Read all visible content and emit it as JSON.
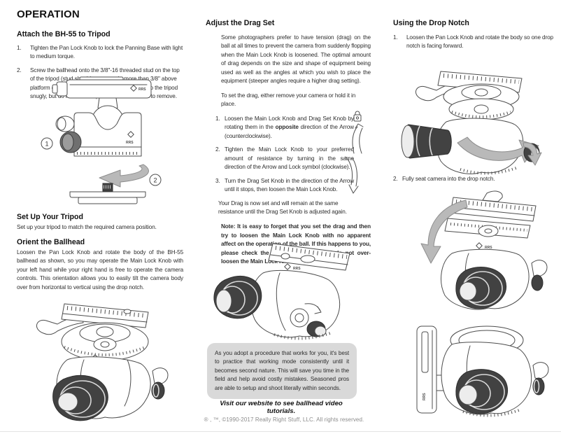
{
  "page": {
    "title": "OPERATION",
    "brand_mark": "RRS",
    "footer": "® , ™, ©1990-2017 Really Right Stuff, LLC. All rights reserved."
  },
  "col_left": {
    "s1_heading": "Attach the BH-55 to Tripod",
    "s1_steps": [
      {
        "num": "1.",
        "text": "Tighten the Pan Lock Knob to lock the Panning Base with light to medium torque."
      },
      {
        "num": "2.",
        "text": "Screw the ballhead onto the 3/8\"-16 threaded stud on the top of the tripod (stud should not protrude more than 3/8\" above platform or 5-6 threads). Tighten the ballhead onto the tripod snugly, but do not over-torque or it will be difficult to remove."
      }
    ],
    "fig1": {
      "callout1": "1",
      "callout2": "2"
    },
    "s2_heading": "Set Up Your Tripod",
    "s2_body": "Set up your tripod to match the required camera position.",
    "s3_heading": "Orient the Ballhead",
    "s3_body": "Loosen the Pan Lock Knob and rotate the body of the BH-55 ballhead as shown, so you may operate the Main Lock Knob with your left hand while your right hand is free to operate the camera controls. This orientation allows you to easily tilt the camera body over from horizontal to vertical using the drop notch."
  },
  "col_mid": {
    "heading": "Adjust the Drag Set",
    "intro": "Some photographers prefer to have tension (drag) on the ball at all times to prevent the camera from suddenly flopping when the Main Lock Knob is loosened. The optimal amount of drag depends on the size and shape of equipment being used as well as the angles at which you wish to place the equipment (steeper angles require a higher drag setting).",
    "intro2": "To set the drag, either remove your camera or hold it in place.",
    "steps": {
      "n1": "1.",
      "s1_pre": "Loosen the Main Lock Knob and Drag Set Knob by rotating them in the ",
      "s1_bold": "opposite",
      "s1_post": " direction of the Arrow  (counterclockwise).",
      "n2": "2.",
      "s2": "Tighten the Main Lock Knob to your preferred amount of resistance by turning in the same direction of the Arrow and Lock symbol (clockwise).",
      "n3": "3.",
      "s3": "Turn the Drag Set Knob in the direction of the Arrow until it stops, then loosen the Main Lock Knob."
    },
    "result": "Your Drag is now set and will remain at the same resistance until the Drag Set Knob is adjusted again.",
    "note": "Note: It is easy to forget that you set the drag and then try to loosen the Main Lock Knob with no apparent affect on the operation of the ball. If this happens to you, please check the drag setting first and do not over-loosen the Main Lock Knob.",
    "tip_box": "As you adopt a procedure that works for you, it's best to practice that working mode consistently until it becomes second nature. This will save you time in the field and help avoid costly mistakes. Seasoned pros are able to setup and shoot literally within seconds.",
    "cta": "Visit our website to see ballhead video tutorials."
  },
  "col_right": {
    "heading": "Using the Drop Notch",
    "steps": [
      {
        "num": "1.",
        "text": "Loosen the Pan Lock Knob and rotate the body so one drop notch is facing forward."
      },
      {
        "num": "2.",
        "text": "Fully seat camera into the drop notch."
      }
    ]
  }
}
